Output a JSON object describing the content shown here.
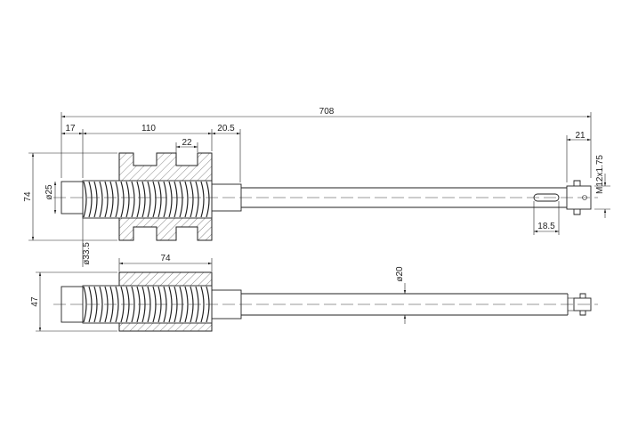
{
  "dimensions": {
    "overall_length": "708",
    "left_offset": "17",
    "worm_length": "110",
    "right_offset": "20.5",
    "tooth_width": "22",
    "end_length": "21",
    "thread_spec": "M12x1.75",
    "keyway_length": "18.5",
    "height_top": "74",
    "shaft_dia_25": "ø25",
    "thread_dia": "ø33.5",
    "bottom_length": "74",
    "shaft_dia_20": "ø20",
    "height_bottom": "47"
  }
}
